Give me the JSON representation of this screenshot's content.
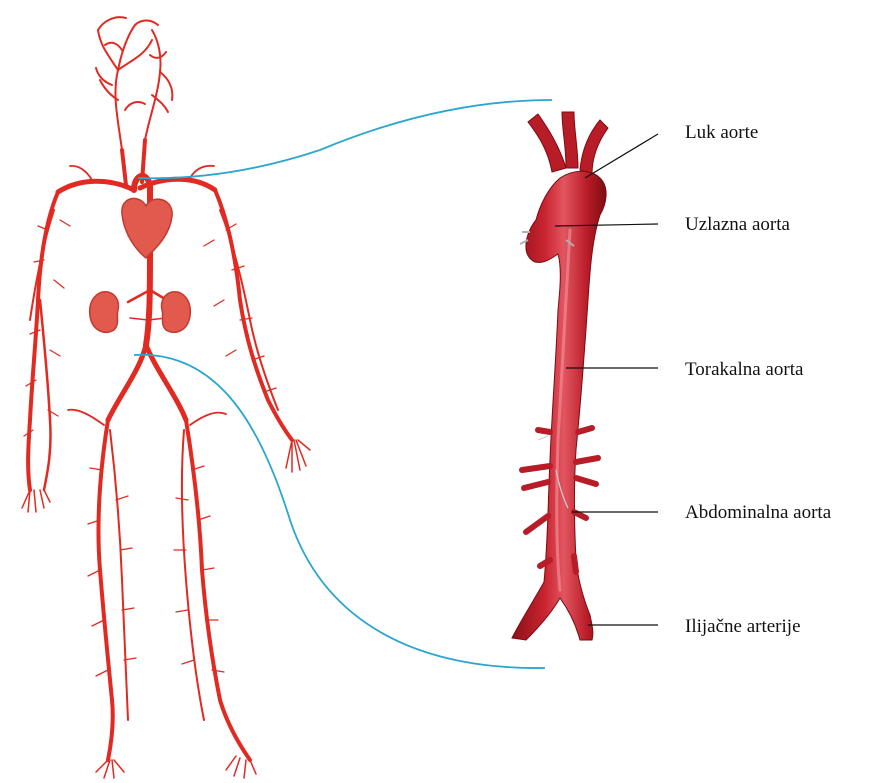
{
  "colors": {
    "artery": "#e12a22",
    "organ": "#e25a4d",
    "aorta_dark": "#9c1017",
    "aorta_mid": "#c41e2a",
    "aorta_light": "#e8606a",
    "connector": "#2aa6cf",
    "leader": "#111111",
    "background": "#ffffff"
  },
  "labels": {
    "arch": "Luk aorte",
    "ascending": "Uzlazna aorta",
    "thoracic": "Torakalna aorta",
    "abdominal": "Abdominalna aorta",
    "iliac": "Ilijačne arterije"
  }
}
